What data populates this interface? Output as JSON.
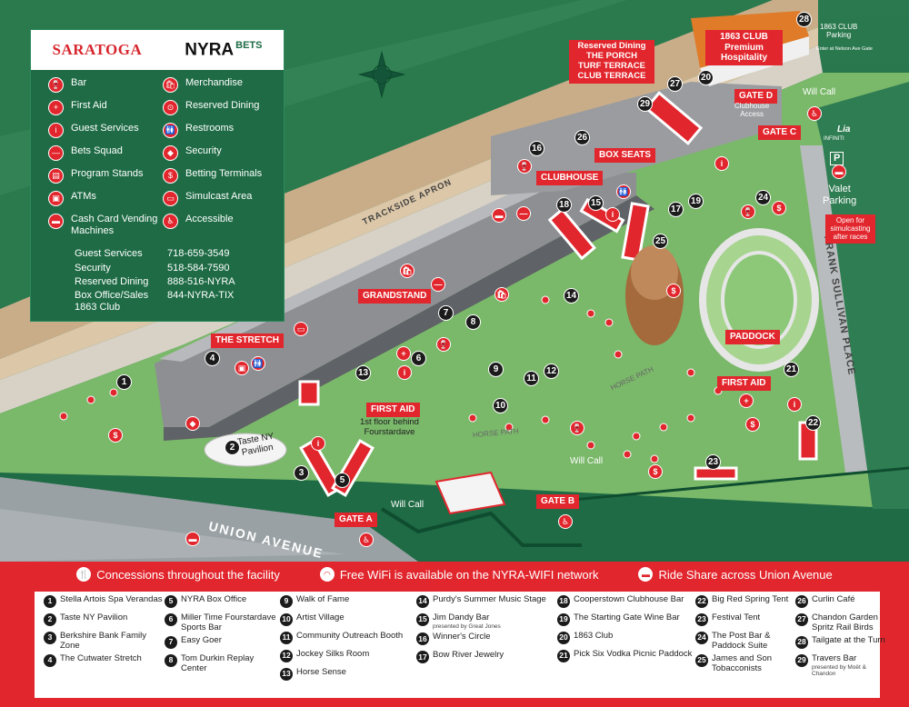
{
  "colors": {
    "accent_red": "#e2262d",
    "track_green": "#1f6b45",
    "apron_tan": "#d9c4a6",
    "lawn_green": "#7ac06a"
  },
  "brand": {
    "saratoga": "SARATOGA",
    "nyra": "NYRA",
    "bets": "BETS"
  },
  "legend": {
    "items": [
      {
        "icon": "bar-icon",
        "label": "Bar"
      },
      {
        "icon": "merchandise-icon",
        "label": "Merchandise"
      },
      {
        "icon": "first-aid-icon",
        "label": "First Aid"
      },
      {
        "icon": "reserved-dining-icon",
        "label": "Reserved Dining"
      },
      {
        "icon": "guest-services-icon",
        "label": "Guest Services"
      },
      {
        "icon": "restrooms-icon",
        "label": "Restrooms"
      },
      {
        "icon": "bets-squad-icon",
        "label": "Bets Squad"
      },
      {
        "icon": "security-icon",
        "label": "Security"
      },
      {
        "icon": "program-stands-icon",
        "label": "Program Stands"
      },
      {
        "icon": "betting-terminals-icon",
        "label": "Betting Terminals"
      },
      {
        "icon": "atm-icon",
        "label": "ATMs"
      },
      {
        "icon": "simulcast-icon",
        "label": "Simulcast Area"
      },
      {
        "icon": "cash-card-icon",
        "label": "Cash Card Vending Machines"
      },
      {
        "icon": "accessible-icon",
        "label": "Accessible"
      }
    ],
    "phones": [
      {
        "label": "Guest Services",
        "number": "718-659-3549"
      },
      {
        "label": "Security",
        "number": "518-584-7590"
      },
      {
        "label": "Reserved Dining",
        "number": "888-516-NYRA"
      },
      {
        "label": "Box Office/Sales 1863 Club",
        "number": "844-NYRA-TIX"
      }
    ]
  },
  "map_labels": {
    "trackside_apron": "TRACKSIDE APRON",
    "horse_path_1": "HORSE PATH",
    "horse_path_2": "HORSE PATH",
    "union_avenue": "UNION AVENUE",
    "frank_sullivan": "FRANK SULLIVAN PLACE",
    "the_stretch": "THE STRETCH",
    "grandstand": "GRANDSTAND",
    "clubhouse": "CLUBHOUSE",
    "box_seats": "BOX SEATS",
    "reserved_dining": "Reserved Dining\nTHE PORCH\nTURF TERRACE\nCLUB TERRACE",
    "club_1863": "1863 CLUB\nPremium\nHospitality",
    "gate_d": "GATE D",
    "gate_d_sub": "Clubhouse\nAccess",
    "gate_c": "GATE C",
    "gate_a": "GATE A",
    "gate_b": "GATE B",
    "first_aid_1": "FIRST AID",
    "first_aid_1_sub": "1st floor behind\nFourstardave",
    "first_aid_2": "FIRST AID",
    "paddock": "PADDOCK",
    "will_call_1": "Will Call",
    "will_call_2": "Will Call",
    "will_call_3": "Will Call",
    "parking_1863": "1863 CLUB\nParking",
    "parking_1863_sub": "Enter at Nelson Ave Gate",
    "valet": "Valet\nParking",
    "simulcast_note": "Open for\nsimulcasting\nafter races",
    "taste_ny": "Taste NY\nPavilion",
    "lia": "Lia",
    "infiniti": "INFINITI",
    "parking_sign": "P"
  },
  "footer_notes": [
    {
      "icon": "concessions-icon",
      "text": "Concessions throughout the facility"
    },
    {
      "icon": "wifi-icon",
      "text": "Free WiFi is available on the NYRA-WIFI network"
    },
    {
      "icon": "ride-share-icon",
      "text": "Ride Share across Union Avenue"
    }
  ],
  "directory": [
    {
      "n": "1",
      "name": "Stella Artois Spa Verandas"
    },
    {
      "n": "2",
      "name": "Taste NY Pavilion"
    },
    {
      "n": "3",
      "name": "Berkshire Bank Family Zone"
    },
    {
      "n": "4",
      "name": "The Cutwater Stretch"
    },
    {
      "n": "5",
      "name": "NYRA Box Office"
    },
    {
      "n": "6",
      "name": "Miller Time Fourstardave Sports Bar"
    },
    {
      "n": "7",
      "name": "Easy Goer"
    },
    {
      "n": "8",
      "name": "Tom Durkin Replay Center"
    },
    {
      "n": "9",
      "name": "Walk of Fame"
    },
    {
      "n": "10",
      "name": "Artist Village"
    },
    {
      "n": "11",
      "name": "Community Outreach Booth"
    },
    {
      "n": "12",
      "name": "Jockey Silks Room"
    },
    {
      "n": "13",
      "name": "Horse Sense"
    },
    {
      "n": "14",
      "name": "Purdy's Summer Music Stage"
    },
    {
      "n": "15",
      "name": "Jim Dandy Bar",
      "sub": "presented by Great Jones"
    },
    {
      "n": "16",
      "name": "Winner's Circle"
    },
    {
      "n": "17",
      "name": "Bow River Jewelry"
    },
    {
      "n": "18",
      "name": "Cooperstown Clubhouse Bar"
    },
    {
      "n": "19",
      "name": "The Starting Gate Wine Bar"
    },
    {
      "n": "20",
      "name": "1863 Club"
    },
    {
      "n": "21",
      "name": "Pick Six Vodka Picnic Paddock"
    },
    {
      "n": "22",
      "name": "Big Red Spring Tent"
    },
    {
      "n": "23",
      "name": "Festival Tent"
    },
    {
      "n": "24",
      "name": "The Post Bar & Paddock Suite"
    },
    {
      "n": "25",
      "name": "James and Son Tobacconists"
    },
    {
      "n": "26",
      "name": "Curlin Café"
    },
    {
      "n": "27",
      "name": "Chandon Garden Spritz Rail Birds"
    },
    {
      "n": "28",
      "name": "Tailgate at the Turn"
    },
    {
      "n": "29",
      "name": "Travers Bar",
      "sub": "presented by Moët & Chandon"
    }
  ],
  "markers": [
    "1",
    "2",
    "3",
    "4",
    "5",
    "6",
    "7",
    "8",
    "9",
    "10",
    "11",
    "12",
    "13",
    "14",
    "15",
    "16",
    "17",
    "18",
    "19",
    "20",
    "21",
    "22",
    "23",
    "24",
    "25",
    "26",
    "27",
    "28",
    "29"
  ]
}
